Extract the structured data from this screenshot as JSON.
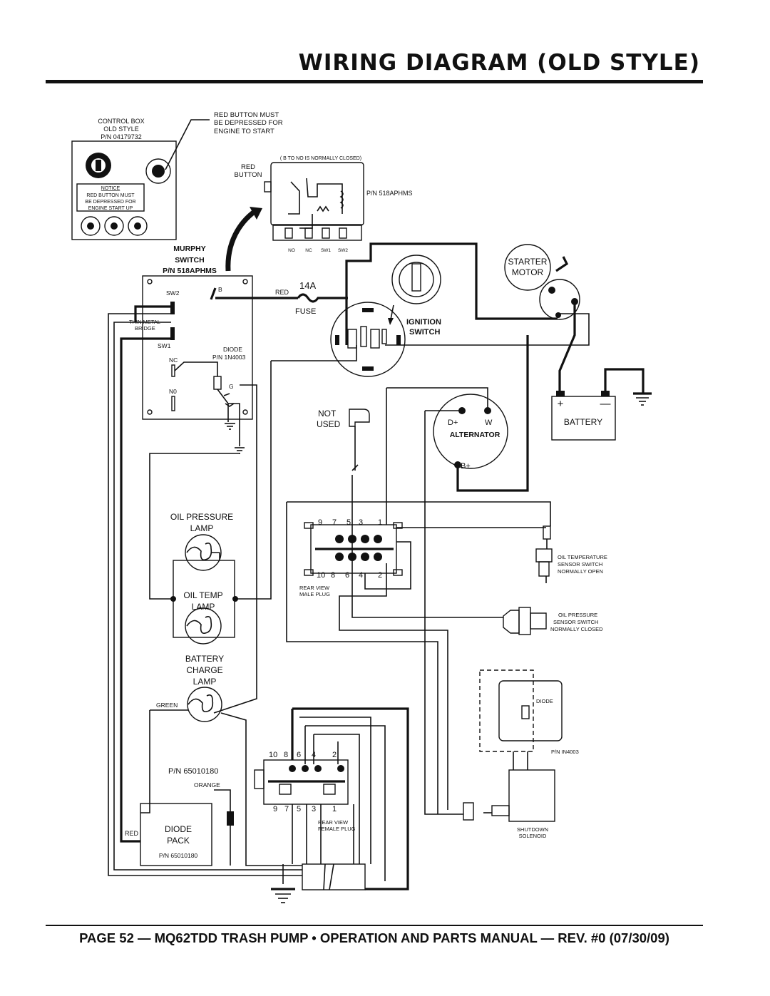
{
  "title": "WIRING DIAGRAM (OLD STYLE)",
  "footer": "PAGE 52 — MQ62TDD TRASH PUMP • OPERATION AND PARTS MANUAL — REV. #0 (07/30/09)",
  "control_box": {
    "label_1": "CONTROL BOX",
    "label_2": "OLD STYLE",
    "label_3": "P/N 04179732",
    "notice_title": "NOTICE",
    "notice_1": "RED BUTTON MUST",
    "notice_2": "BE DEPRESSED FOR",
    "notice_3": "ENGINE START UP"
  },
  "callout": {
    "line_1": "RED BUTTON MUST",
    "line_2": "BE DEPRESSED FOR",
    "line_3": "ENGINE TO START"
  },
  "murphy_detail": {
    "note": "( B TO NO IS NORMALLY CLOSED)",
    "red_button_1": "RED",
    "red_button_2": "BUTTON",
    "part_number": "P/N 518APHMS",
    "terminals": [
      "NO",
      "NC",
      "SW1",
      "SW2"
    ]
  },
  "murphy_switch": {
    "label_1": "MURPHY",
    "label_2": "SWITCH",
    "label_3": "P/N 518APHMS",
    "sw2": "SW2",
    "b": "B",
    "thin_metal_1": "THIN METAL",
    "thin_metal_2": "BRIDGE",
    "sw1": "SW1",
    "nc": "NC",
    "no": "N0",
    "diode_1": "DIODE",
    "diode_2": "P/N 1N4003",
    "g": "G"
  },
  "fuse": {
    "wire": "RED",
    "rating": "14A",
    "label": "FUSE"
  },
  "ignition": {
    "label_1": "IGNITION",
    "label_2": "SWITCH"
  },
  "starter": {
    "label_1": "STARTER",
    "label_2": "MOTOR"
  },
  "battery": {
    "label": "BATTERY",
    "plus": "+",
    "minus": "—"
  },
  "alternator": {
    "label": "ALTERNATOR",
    "d_plus": "D+",
    "w": "W",
    "b_plus": "B+"
  },
  "not_used": {
    "line_1": "NOT",
    "line_2": "USED"
  },
  "male_plug": {
    "top_numbers": [
      "9",
      "7",
      "5",
      "3",
      "1"
    ],
    "bottom_numbers": [
      "10",
      "8",
      "6",
      "4",
      "2"
    ],
    "label_1": "REAR VIEW",
    "label_2": "MALE PLUG"
  },
  "oil_temp_sensor": {
    "line_1": "OIL TEMPERATURE",
    "line_2": "SENSOR SWITCH",
    "line_3": "NORMALLY OPEN"
  },
  "oil_pressure_sensor": {
    "line_1": "OIL PRESSURE",
    "line_2": "SENSOR SWITCH",
    "line_3": "NORMALLY CLOSED"
  },
  "lamps": {
    "oil_pressure_1": "OIL PRESSURE",
    "oil_pressure_2": "LAMP",
    "oil_temp_1": "OIL TEMP",
    "oil_temp_2": "LAMP",
    "battery_1": "BATTERY",
    "battery_2": "CHARGE",
    "battery_3": "LAMP",
    "green": "GREEN"
  },
  "diode_pack": {
    "pn_top": "P/N 65010180",
    "orange": "ORANGE",
    "red": "RED",
    "label_1": "DIODE",
    "label_2": "PACK",
    "pn_bottom": "P/N 65010180"
  },
  "female_plug": {
    "top_numbers": [
      "10",
      "8",
      "6",
      "4",
      "2"
    ],
    "bottom_numbers": [
      "9",
      "7",
      "5",
      "3",
      "1"
    ],
    "label_1": "REAR VIEW",
    "label_2": "FEMALE PLUG"
  },
  "shutdown": {
    "diode": "DIODE",
    "pn": "P/N IN4003",
    "line_1": "SHUTDOWN",
    "line_2": "SOLENOID"
  }
}
